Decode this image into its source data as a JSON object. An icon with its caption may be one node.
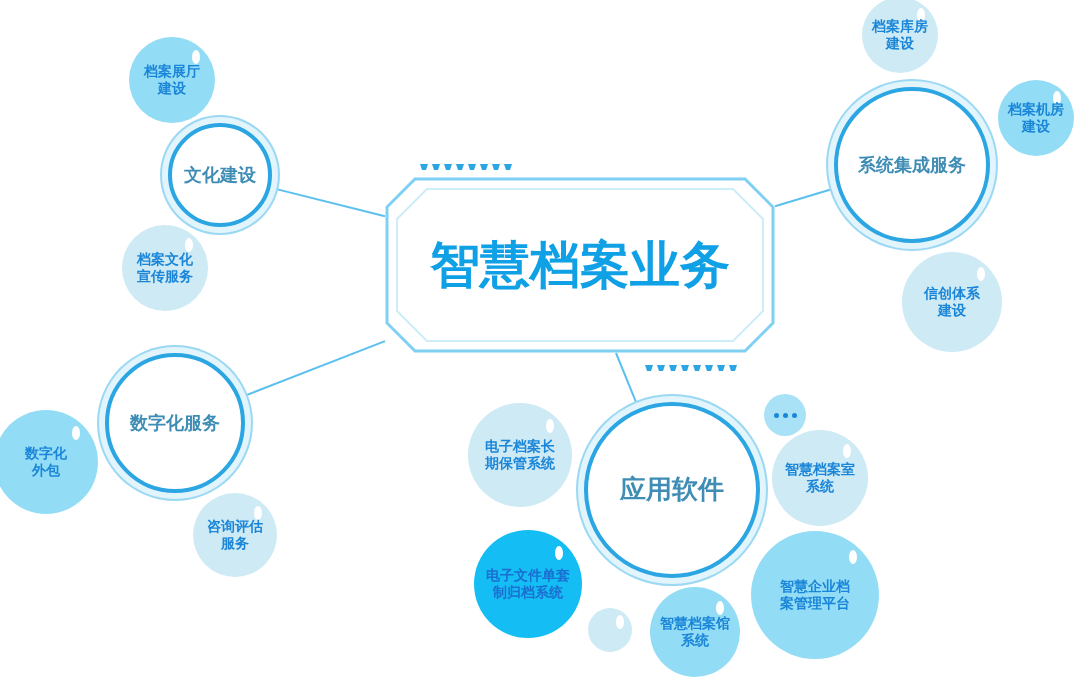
{
  "diagram": {
    "nodes": [
      {
        "text": [
          "智慧档案业务"
        ]
      },
      {
        "text": [
          "文化建设"
        ]
      },
      {
        "text": [
          "档案展厅建设"
        ]
      },
      {
        "text": [
          "档案文化宣传服务"
        ]
      },
      {
        "text": [
          "数字化服务"
        ]
      },
      {
        "text": [
          "数字化外包"
        ]
      },
      {
        "text": [
          "咨询评估服务"
        ]
      },
      {
        "text": [
          "应用软件"
        ]
      },
      {
        "text": [
          "电子档案长期保管系统"
        ]
      },
      {
        "text": [
          "电子文件单套制归档系统"
        ]
      },
      {
        "text": [],
        "shape": "circle"
      },
      {
        "text": [
          "智慧档案馆系统"
        ]
      },
      {
        "text": [
          "智慧企业档案管理平台"
        ]
      },
      {
        "text": [
          "智慧档案室系统"
        ]
      },
      {
        "text": [],
        "shape": "circle"
      },
      {
        "text": [
          "系统集成服务"
        ]
      },
      {
        "text": [
          "档案库房建设"
        ]
      },
      {
        "text": [
          "档案机房建设"
        ]
      },
      {
        "text": [
          "信创体系建设"
        ]
      }
    ],
    "edges": [
      {
        "from": 0,
        "to": 1,
        "arrow": "none"
      },
      {
        "from": 0,
        "to": 4,
        "arrow": "none"
      },
      {
        "from": 0,
        "to": 7,
        "arrow": "none"
      },
      {
        "from": 0,
        "to": 15,
        "arrow": "none"
      }
    ]
  }
}
